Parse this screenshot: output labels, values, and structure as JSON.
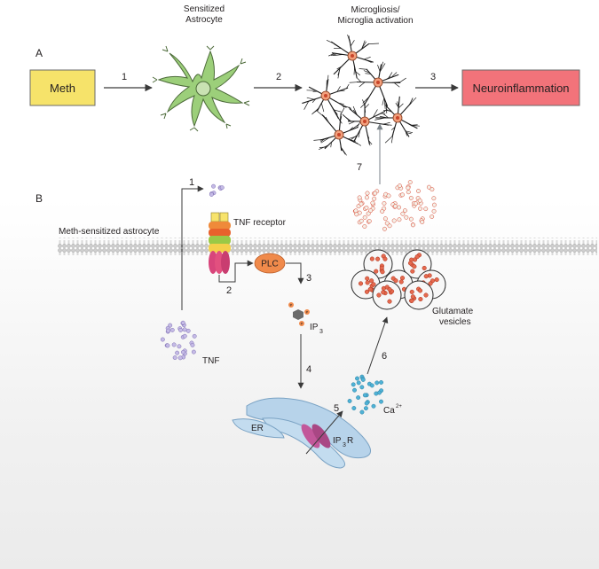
{
  "panels": {
    "a": "A",
    "b": "B"
  },
  "top_row": {
    "meth": "Meth",
    "neuroinflammation": "Neuroinflammation",
    "sensitized_line1": "Sensitized",
    "sensitized_line2": "Astrocyte",
    "microglia_line1": "Microgliosis/",
    "microglia_line2": "Microglia activation",
    "step1": "1",
    "step2": "2",
    "step3": "3"
  },
  "bottom": {
    "membrane_label": "Meth-sensitized astrocyte",
    "tnf_receptor": "TNF receptor",
    "plc": "PLC",
    "ip3": "IP",
    "ip3_sub": "3",
    "tnf": "TNF",
    "er": "ER",
    "ip3r_a": "IP",
    "ip3r_sub": "3",
    "ip3r_b": "R",
    "ca": "Ca",
    "ca_sup": "2+",
    "glutamate_line1": "Glutamate",
    "glutamate_line2": "vesicles",
    "p": "P",
    "steps": [
      "1",
      "2",
      "3",
      "4",
      "5",
      "6",
      "7"
    ]
  },
  "colors": {
    "meth_box": "#f6e36a",
    "neuro_box": "#f2737a",
    "astrocyte": "#9ccf7a",
    "plc": "#f08a4b",
    "er": "#b7d3ea",
    "ip3r": "#c2579a",
    "calcium": "#4fb2d6",
    "tnf": "#a798cf",
    "glutamate": "#d9442e"
  }
}
